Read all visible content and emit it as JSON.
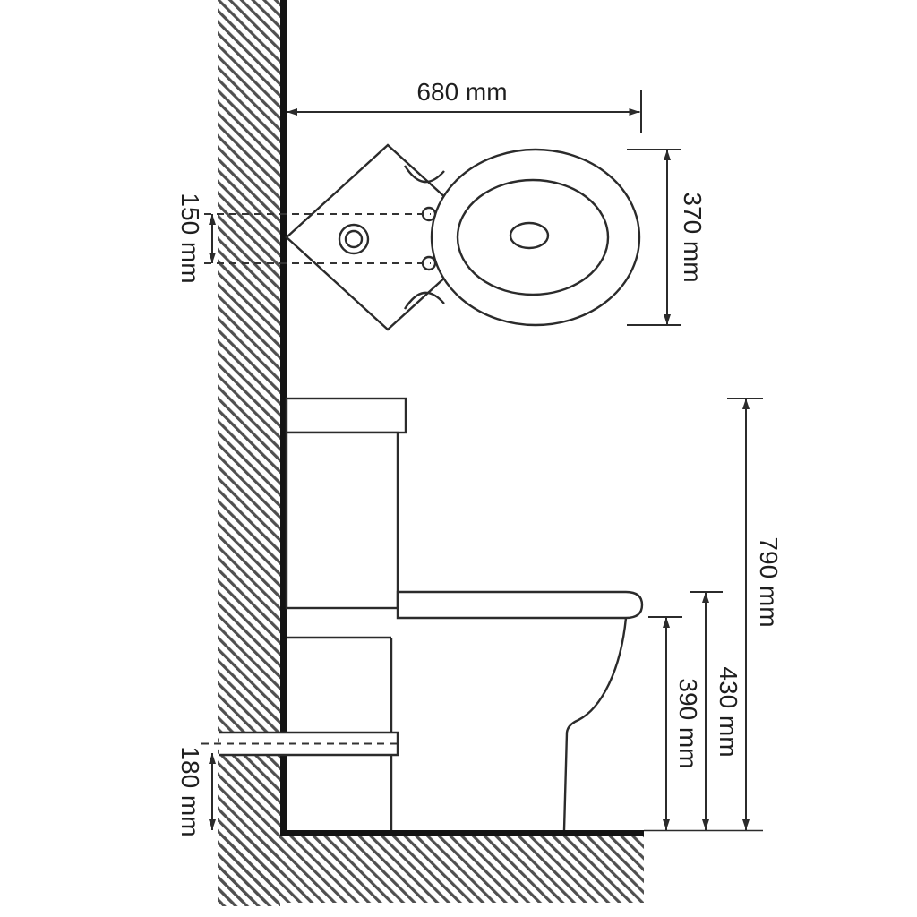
{
  "colors": {
    "background": "#ffffff",
    "line": "#2b2b2b",
    "heavy_line": "#141414",
    "hatch": "#4f4f4f",
    "text": "#1e1e1e"
  },
  "top_view": {
    "width_label": "680 mm",
    "depth_label": "370 mm",
    "hole_spacing_label": "150 mm"
  },
  "side_view": {
    "total_height_label": "790 mm",
    "seat_height_label": "430 mm",
    "rim_height_label": "390 mm",
    "outlet_height_label": "180 mm"
  }
}
